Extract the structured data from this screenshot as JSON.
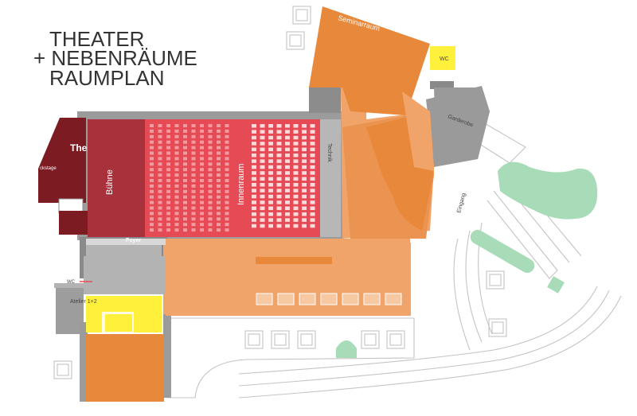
{
  "title": {
    "line1": "THEATER",
    "line2": "+ NEBENRÄUME",
    "line3": "RAUMPLAN"
  },
  "rooms": {
    "theatre": "Theatre",
    "backstage": "ckstage",
    "buehne": "Bühne",
    "innenraum": "Innenraum",
    "technik": "Technik",
    "foyer": "Foyer",
    "seminarraum": "Seminarraum",
    "garderobe": "Garderobe",
    "eingang": "Eingang",
    "wc_top": "WC",
    "wc_left": "WC",
    "atelier": "Atelier 1+2"
  },
  "colors": {
    "theatre": "#7d1b22",
    "buehne": "#a8323b",
    "innenraum": "#e64b55",
    "orange_light": "#f0a46a",
    "orange": "#e8883a",
    "yellow": "#fff03c",
    "gray_dark": "#8a8a8a",
    "gray_light": "#b3b3b3",
    "green": "#a8dcb8"
  }
}
